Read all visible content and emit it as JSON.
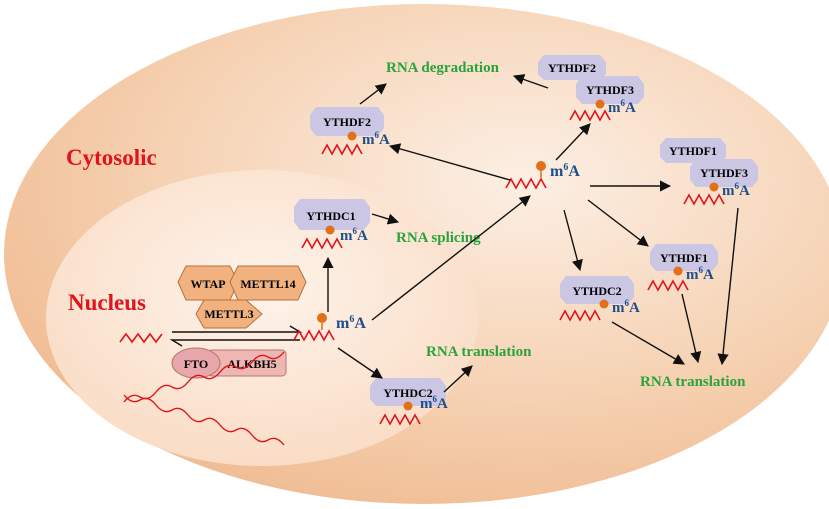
{
  "regions": {
    "cytosolic": "Cytosolic",
    "nucleus": "Nucleus"
  },
  "writers": {
    "wtap": "WTAP",
    "mettl14": "METTL14",
    "mettl3": "METTL3"
  },
  "erasers": {
    "fto": "FTO",
    "alkbh5": "ALKBH5"
  },
  "readers": {
    "ythdc1": "YTHDC1",
    "ythdc2_nuc": "YTHDC2",
    "ythdf2_left": "YTHDF2",
    "ythdf2_top": "YTHDF2",
    "ythdf3_top": "YTHDF3",
    "ythdf1_right": "YTHDF1",
    "ythdf3_right": "YTHDF3",
    "ythdf1_mid": "YTHDF1",
    "ythdc2_cyt": "YTHDC2"
  },
  "mark": {
    "base": "m",
    "sup": "6",
    "letter": "A"
  },
  "processes": {
    "rna_degradation": "RNA degradation",
    "rna_splicing": "RNA splicing",
    "rna_translation_nuc": "RNA translation",
    "rna_translation_cyt": "RNA translation"
  },
  "colors": {
    "cytosol_outer": "#f3c7a2",
    "cytosol_inner": "#fbe9dc",
    "nucleus_fill": "#fde9d9",
    "reader_fill": "#cbc6e3",
    "writer_fill": "#f2b27f",
    "eraser_fto": "#e8a7ab",
    "eraser_alkbh5": "#efb7b4",
    "rna": "#e0141a",
    "methyl_dot": "#e0701a",
    "m6a_text": "#1f4e8c",
    "process_text": "#2aa33a",
    "region_text": "#e0141a"
  }
}
